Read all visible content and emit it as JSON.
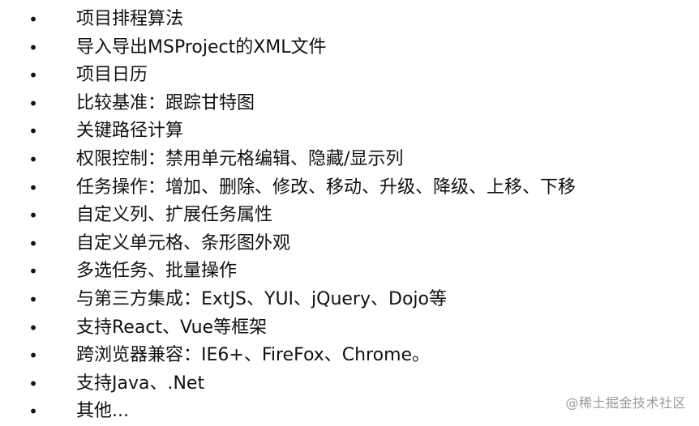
{
  "bullet_glyph": "•",
  "features": [
    "项目排程算法",
    "导入导出MSProject的XML文件",
    "项目日历",
    "比较基准：跟踪甘特图",
    "关键路径计算",
    "权限控制：禁用单元格编辑、隐藏/显示列",
    "任务操作：增加、删除、修改、移动、升级、降级、上移、下移",
    "自定义列、扩展任务属性",
    "自定义单元格、条形图外观",
    "多选任务、批量操作",
    "与第三方集成：ExtJS、YUI、jQuery、Dojo等",
    "支持React、Vue等框架",
    "跨浏览器兼容：IE6+、FireFox、Chrome。",
    "支持Java、.Net",
    "其他..."
  ],
  "watermark": "@稀土掘金技术社区"
}
